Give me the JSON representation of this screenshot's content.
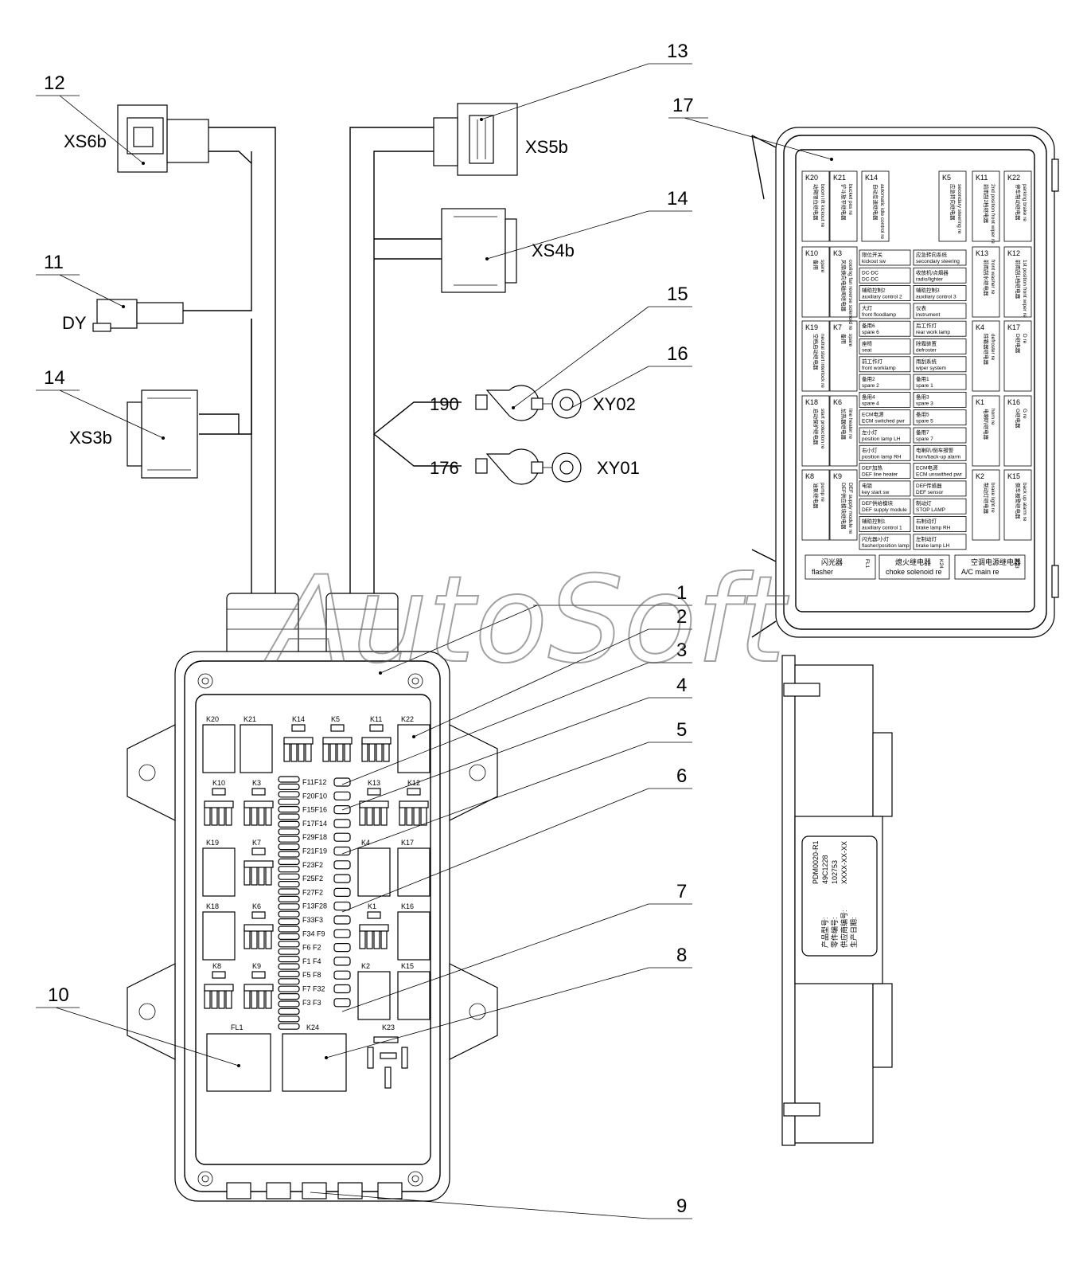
{
  "watermark": "AutoSoft",
  "callouts": [
    "1",
    "2",
    "3",
    "4",
    "5",
    "6",
    "7",
    "8",
    "9",
    "10",
    "11",
    "12",
    "13",
    "14",
    "14",
    "15",
    "16",
    "17"
  ],
  "connectors": {
    "xs6b": "XS6b",
    "xs5b": "XS5b",
    "xs4b": "XS4b",
    "xs3b": "XS3b",
    "dy": "DY",
    "xy02": "XY02",
    "xy01": "XY01",
    "w190": "190",
    "w176": "176"
  },
  "box": {
    "relays_row1": [
      "K20",
      "K21",
      "K14",
      "K5",
      "K11",
      "K22"
    ],
    "relays_row2": [
      "K10",
      "K3",
      "K13",
      "K12"
    ],
    "relays_row3": [
      "K19",
      "K7",
      "K4",
      "K17"
    ],
    "relays_row4": [
      "K18",
      "K6",
      "K1",
      "K16"
    ],
    "relays_row5": [
      "K8",
      "K9",
      "K2",
      "K15"
    ],
    "bottom": [
      "FL1",
      "K24",
      "K23"
    ],
    "fuses": [
      "F11F12",
      "F20F10",
      "F15F16",
      "F17F14",
      "F29F18",
      "F21F19",
      "F23F2",
      "F25F2",
      "F27F2",
      "F13F28",
      "F33F3",
      "F34 F9",
      "F6  F2",
      "F1  F4",
      "F5  F8",
      "F7 F32",
      "F3  F3"
    ]
  },
  "legend": {
    "row1": [
      {
        "id": "K20",
        "cn": "动臂限位继电器",
        "en": "boom lift kickout re"
      },
      {
        "id": "K21",
        "cn": "铲斗放平继电器",
        "en": "bucket pos re"
      },
      {
        "id": "K14",
        "cn": "自动怠速继电器",
        "en": "automatic idle control re"
      },
      {
        "id": "K5",
        "cn": "应急转向继电器",
        "en": "secondary steering re"
      },
      {
        "id": "K11",
        "cn": "前雨刮2档继电器",
        "en": "2nd position front wiper re"
      },
      {
        "id": "K22",
        "cn": "停车制动继电器",
        "en": "parking brake re"
      }
    ],
    "k10": {
      "id": "K10",
      "cn": "备用",
      "en": "spare"
    },
    "k3": {
      "id": "K3",
      "cn": "风扇换向电磁阀继电器",
      "en": "cooling fan reverse solenoid re"
    },
    "k13": {
      "id": "K13",
      "cn": "前雨刮水继电器",
      "en": "front washer re"
    },
    "k12": {
      "id": "K12",
      "cn": "前雨刮1档继电器",
      "en": "1st position front wiper re"
    },
    "k19": {
      "id": "K19",
      "cn": "空档启动继电器",
      "en": "neutral start interlock re"
    },
    "k7": {
      "id": "K7",
      "cn": "备用",
      "en": "spare"
    },
    "k4": {
      "id": "K4",
      "cn": "除霜器继电器",
      "en": "defroster re"
    },
    "k17": {
      "id": "K17",
      "cn": "D继电器",
      "en": "D re"
    },
    "k18": {
      "id": "K18",
      "cn": "启动保护继电器",
      "en": "start protection re"
    },
    "k6": {
      "id": "K6",
      "cn": "加热器继电器",
      "en": "line heater re"
    },
    "k1": {
      "id": "K1",
      "cn": "电喇叭继电器",
      "en": "horn re"
    },
    "k16": {
      "id": "K16",
      "cn": "G继电器",
      "en": "G re"
    },
    "k8": {
      "id": "K8",
      "cn": "油泵继电器",
      "en": "pump re"
    },
    "k9": {
      "id": "K9",
      "cn": "DEF供应模块继电器",
      "en": "DEF supply module re"
    },
    "k2": {
      "id": "K2",
      "cn": "制动灯继电器",
      "en": "brake light re"
    },
    "k15": {
      "id": "K15",
      "cn": "倒车报警继电器",
      "en": "back up alarm re"
    },
    "fuse_left": [
      {
        "cn": "限位开关",
        "en": "kickout sw"
      },
      {
        "cn": "DC-DC",
        "en": "DC-DC"
      },
      {
        "cn": "辅助控制2",
        "en": "auxiliary control 2"
      },
      {
        "cn": "大灯",
        "en": "front floodlamp"
      },
      {
        "cn": "备用6",
        "en": "spare 6"
      },
      {
        "cn": "座椅",
        "en": "seat"
      },
      {
        "cn": "前工作灯",
        "en": "front worklamp"
      },
      {
        "cn": "备用2",
        "en": "spare 2"
      },
      {
        "cn": "备用4",
        "en": "spare 4"
      },
      {
        "cn": "ECM电源",
        "en": "ECM switched pwr"
      },
      {
        "cn": "左小灯",
        "en": "position lamp LH"
      },
      {
        "cn": "右小灯",
        "en": "position lamp RH"
      },
      {
        "cn": "DEF加热",
        "en": "DEF line heater"
      },
      {
        "cn": "电锁",
        "en": "key start sw"
      },
      {
        "cn": "DEF供给模块",
        "en": "DEF supply module"
      },
      {
        "cn": "辅助控制1",
        "en": "auxiliary control 1"
      },
      {
        "cn": "闪光器/小灯",
        "en": "flasher/position lamp"
      }
    ],
    "fuse_right": [
      {
        "cn": "应急转向系统",
        "en": "secondary steering"
      },
      {
        "cn": "收放机/点烟器",
        "en": "radio/lighter"
      },
      {
        "cn": "辅助控制3",
        "en": "auxiliary control 3"
      },
      {
        "cn": "仪表",
        "en": "instrument"
      },
      {
        "cn": "后工作灯",
        "en": "rear work lamp"
      },
      {
        "cn": "除霜装置",
        "en": "defroster"
      },
      {
        "cn": "雨刮系统",
        "en": "wiper system"
      },
      {
        "cn": "备用1",
        "en": "spare 1"
      },
      {
        "cn": "备用3",
        "en": "spare 3"
      },
      {
        "cn": "备用5",
        "en": "spare 5"
      },
      {
        "cn": "备用7",
        "en": "spare 7"
      },
      {
        "cn": "电喇叭/倒车报警",
        "en": "horn/back-up alarm"
      },
      {
        "cn": "ECM电源",
        "en": "ECM unswithed pwr"
      },
      {
        "cn": "DEF传感器",
        "en": "DEF sensor"
      },
      {
        "cn": "制动灯",
        "en": "STOP LAMP"
      },
      {
        "cn": "右制动灯",
        "en": "brake lamp RH"
      },
      {
        "cn": "左制动灯",
        "en": "brake lamp LH"
      }
    ],
    "bottom": [
      {
        "cn": "闪光器",
        "en": "flasher",
        "id": "FL1"
      },
      {
        "cn": "熄火继电器",
        "en": "choke solenoid re",
        "id": "K24"
      },
      {
        "cn": "空调电源继电器",
        "en": "A/C main re",
        "id": "K23"
      }
    ]
  },
  "label_plate": {
    "cn": [
      "产品型号:",
      "零件编号:",
      "供应商编号:",
      "生产日期:"
    ],
    "vals": [
      "PDM0020-R1",
      "49C1228",
      "102753",
      "XXXX-XX-XX"
    ]
  }
}
